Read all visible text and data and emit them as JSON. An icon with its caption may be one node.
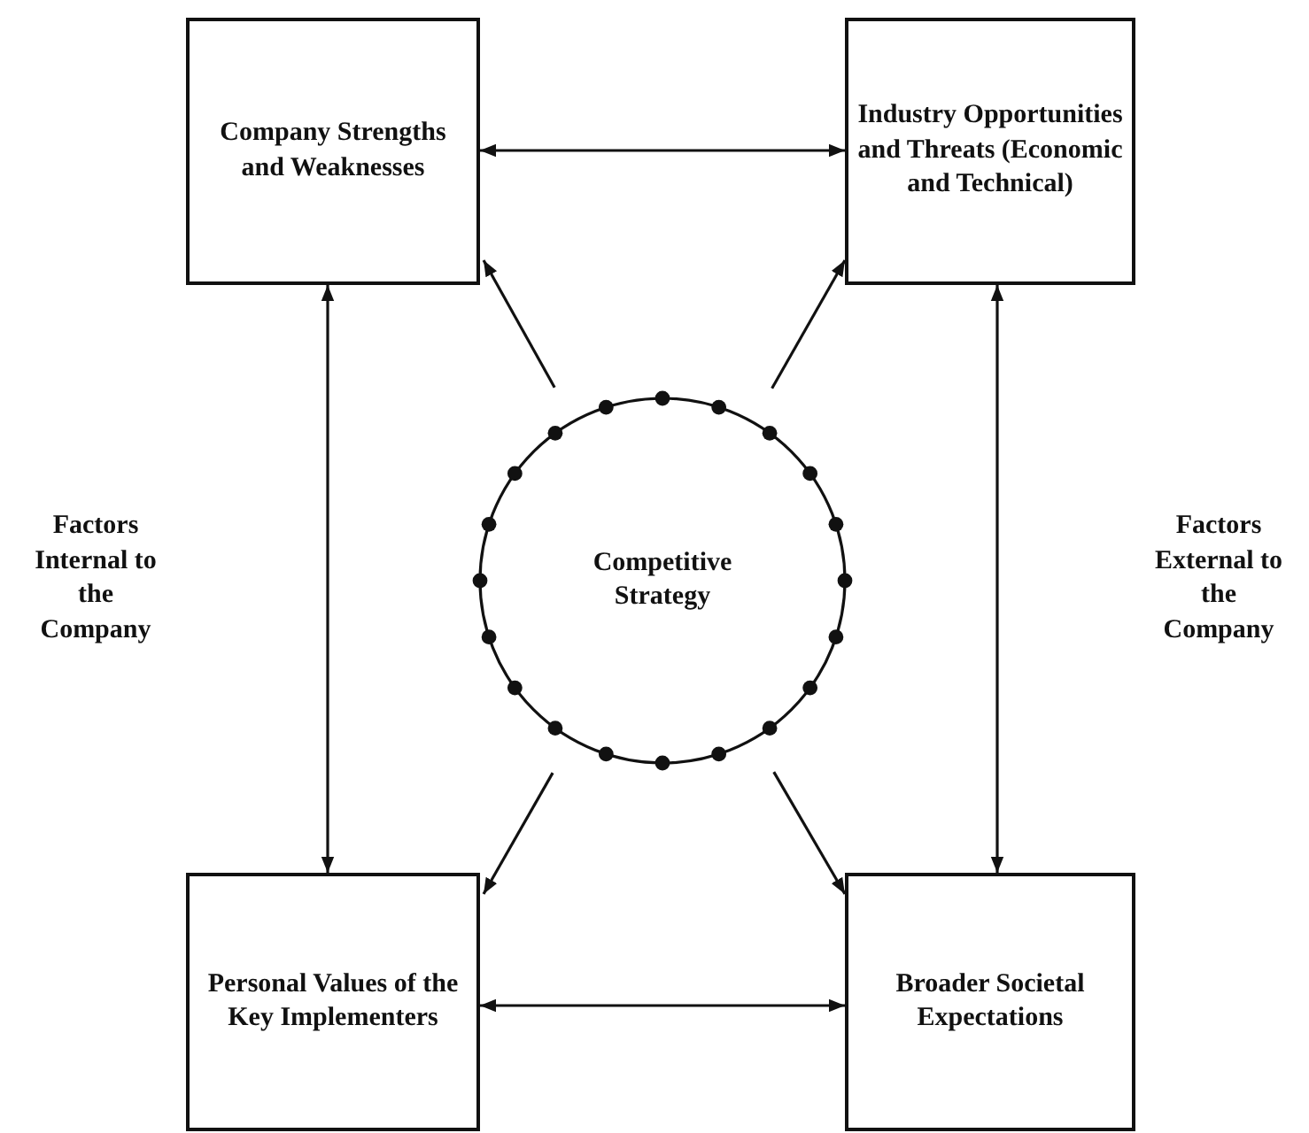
{
  "diagram": {
    "nodes": [
      {
        "text": [
          "Company Strengths and Weaknesses"
        ]
      },
      {
        "text": [
          "Industry Opportunities and Threats (Economic and Technical)"
        ]
      },
      {
        "text": [
          "Competitive Strategy"
        ]
      },
      {
        "text": [
          "Personal Values of the Key Implementers"
        ]
      },
      {
        "text": [
          "Broader Societal Expectations"
        ]
      }
    ],
    "edges": [
      {
        "from": 0,
        "to": 1,
        "arrow": "both"
      },
      {
        "from": 0,
        "to": 3,
        "arrow": "both"
      },
      {
        "from": 1,
        "to": 4,
        "arrow": "both"
      },
      {
        "from": 3,
        "to": 4,
        "arrow": "both"
      },
      {
        "from": 2,
        "to": 0,
        "arrow": "to"
      },
      {
        "from": 2,
        "to": 1,
        "arrow": "to"
      },
      {
        "from": 2,
        "to": 3,
        "arrow": "to"
      },
      {
        "from": 2,
        "to": 4,
        "arrow": "to"
      }
    ],
    "labels": [
      "Factors Internal to the Company",
      "Factors External to the Company"
    ]
  }
}
